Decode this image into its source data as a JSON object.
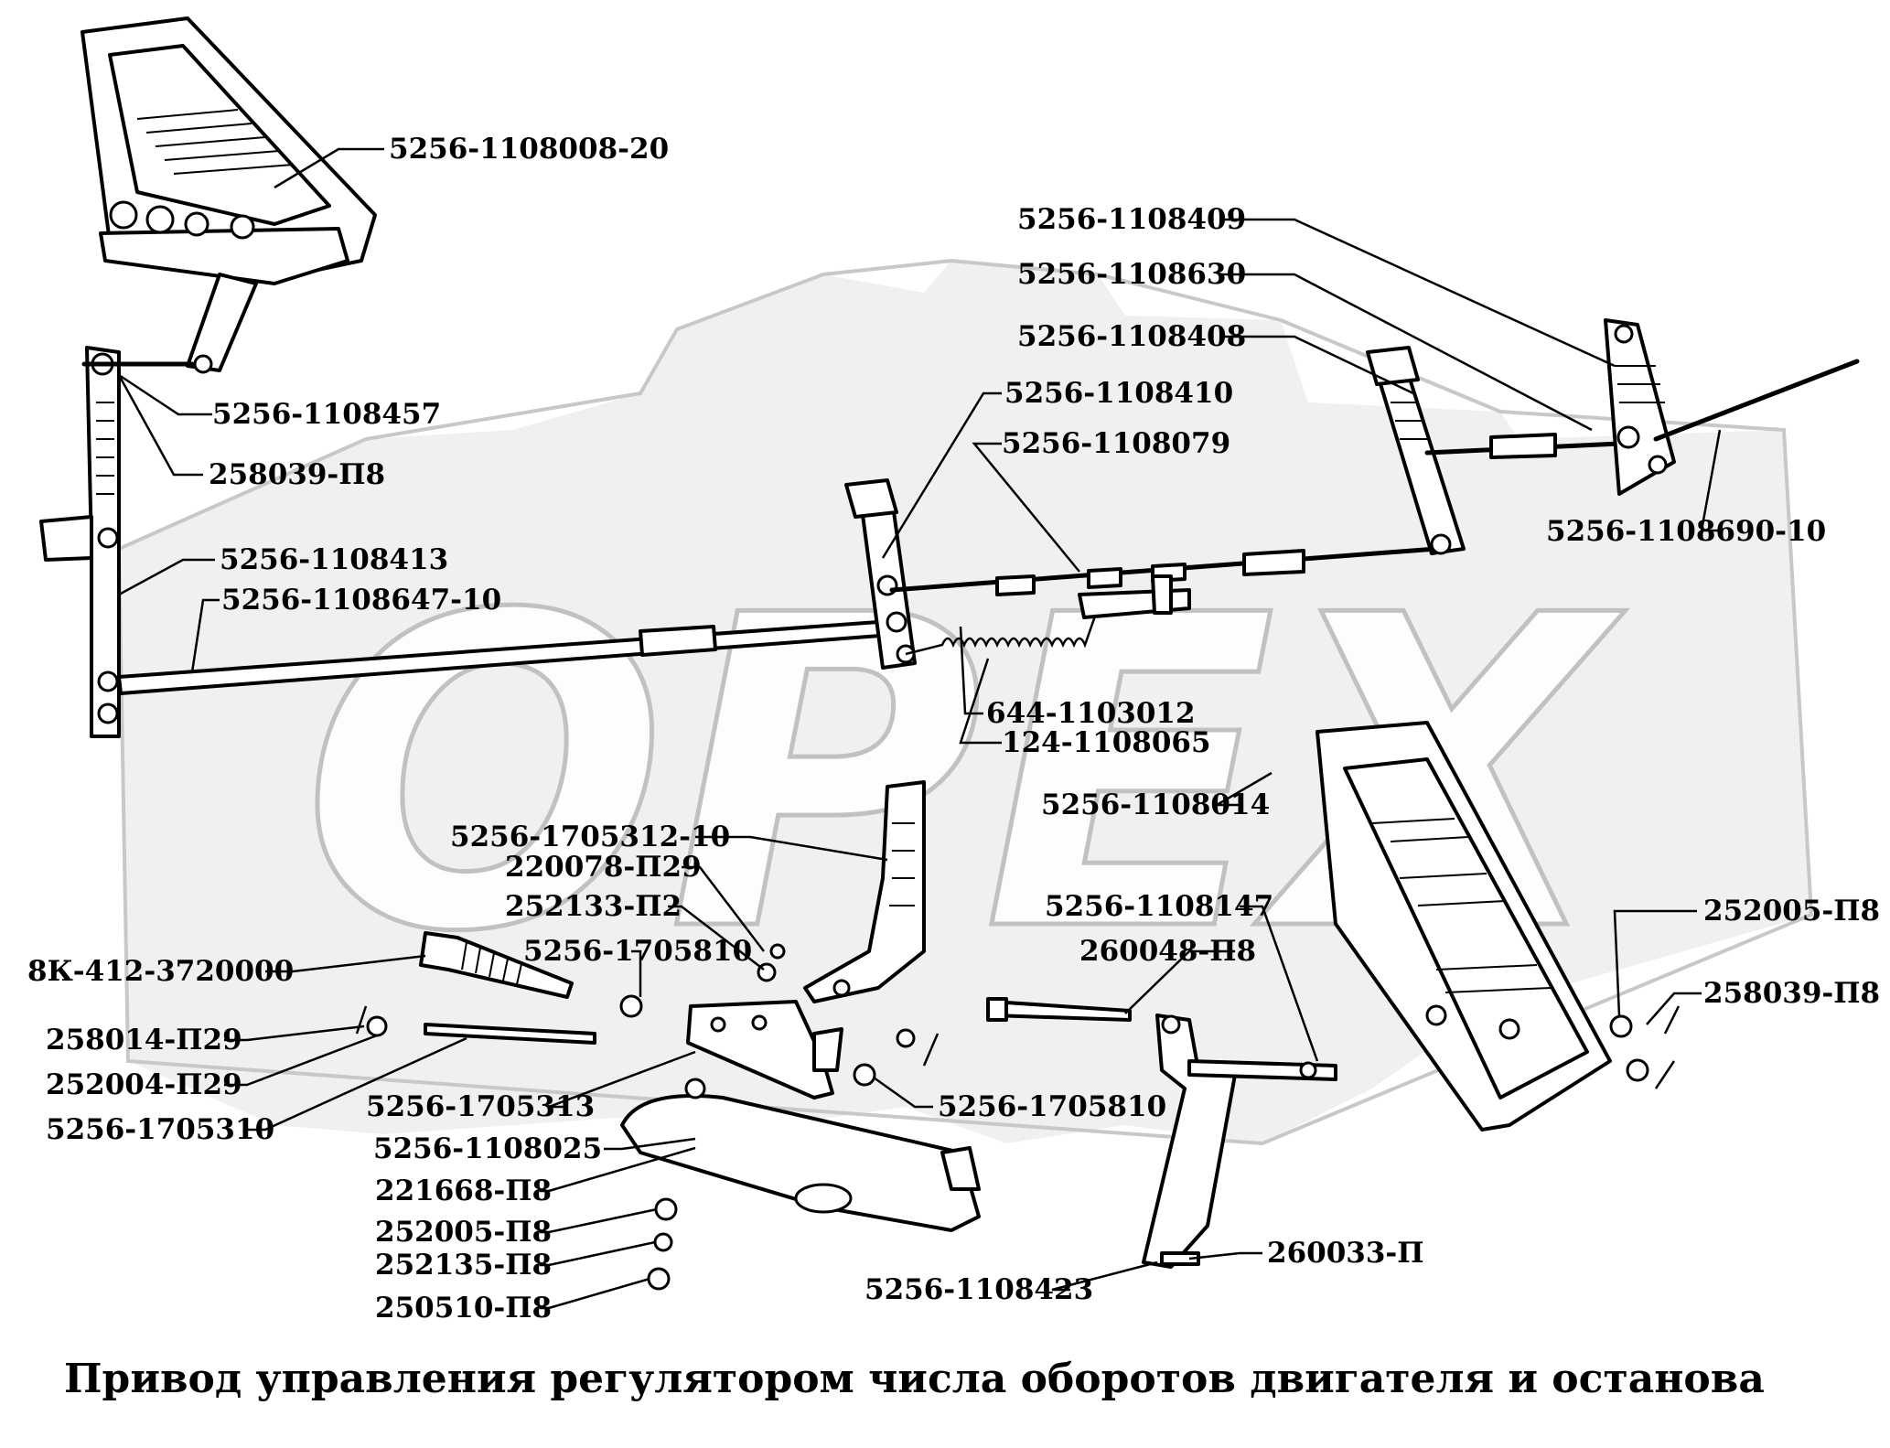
{
  "title": "Привод управления регулятором числа оборотов двигателя и останова",
  "watermark": "OPEX",
  "labels": [
    "5256-1108008-20",
    "5256-1108409",
    "5256-1108630",
    "5256-1108408",
    "5256-1108457",
    "5256-1108410",
    "258039-П8",
    "5256-1108079",
    "5256-1108690-10",
    "5256-1108413",
    "5256-1108647-10",
    "644-1103012",
    "124-1108065",
    "5256-1108014",
    "5256-1705312-10",
    "220078-П29",
    "252133-П2",
    "5256-1108147",
    "252005-П8",
    "5256-1705810",
    "260048-П8",
    "8К-412-3720000",
    "258039-П8",
    "258014-П29",
    "252004-П29",
    "5256-1705313",
    "5256-1705810",
    "5256-1705310",
    "5256-1108025",
    "221668-П8",
    "252005-П8",
    "260033-П",
    "252135-П8",
    "5256-1108423",
    "250510-П8"
  ]
}
